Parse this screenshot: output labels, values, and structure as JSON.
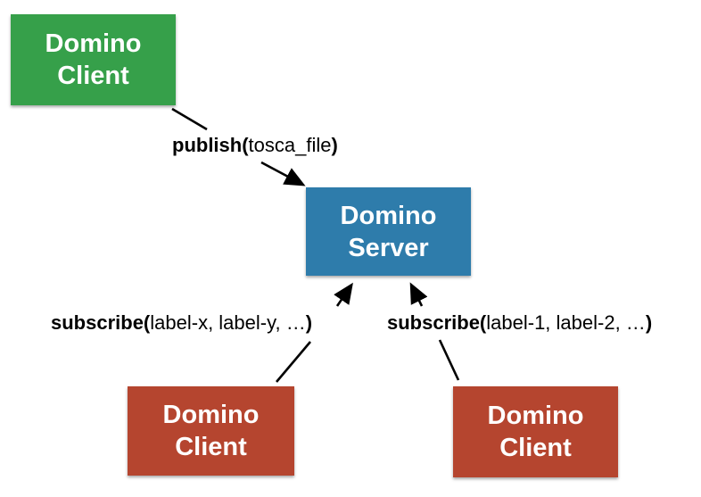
{
  "nodes": {
    "publisher": {
      "label": "Domino\nClient",
      "color": "#36a04a"
    },
    "server": {
      "label": "Domino\nServer",
      "color": "#2e7cab"
    },
    "subscriber_left": {
      "label": "Domino\nClient",
      "color": "#b5452f"
    },
    "subscriber_right": {
      "label": "Domino\nClient",
      "color": "#b5452f"
    }
  },
  "edges": {
    "publish": {
      "prefix": "publish(",
      "arg": "tosca_file",
      "suffix": ")"
    },
    "subscribe_left": {
      "prefix": "subscribe(",
      "arg": "label-x, label-y, …",
      "suffix": ")"
    },
    "subscribe_right": {
      "prefix": "subscribe(",
      "arg": "label-1, label-2, …",
      "suffix": ")"
    }
  },
  "line_color": "#000000"
}
